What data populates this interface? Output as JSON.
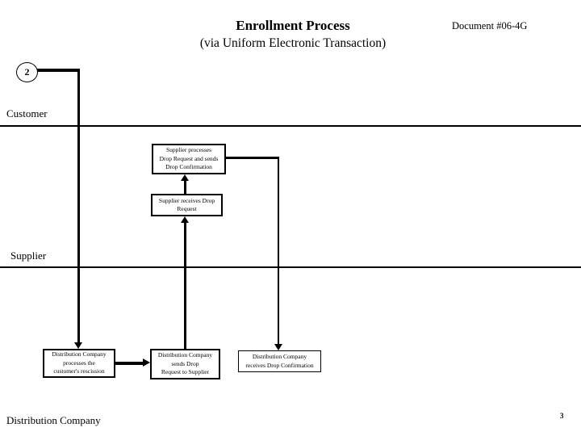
{
  "colors": {
    "ink": "#000000",
    "background": "#ffffff"
  },
  "header": {
    "title": "Enrollment Process",
    "subtitle": "(via Uniform Electronic Transaction)",
    "document_number": "Document #06-4G"
  },
  "connector_badge": {
    "number": "2"
  },
  "lanes": {
    "customer": "Customer",
    "supplier": "Supplier",
    "distribution_company": "Distribution Company"
  },
  "nodes": {
    "supplier_processes": "Supplier processes\nDrop Request and sends\nDrop Confirmation",
    "supplier_receives": "Supplier receives Drop\nRequest",
    "dc_processes": "Distribution Company\nprocesses the\ncustomer's rescission",
    "dc_sends": "Distribution Company\nsends Drop\nRequest to Supplier",
    "dc_receives": "Distribution Company\nreceives Drop Confirmation"
  },
  "footer": {
    "page_number": "3"
  }
}
